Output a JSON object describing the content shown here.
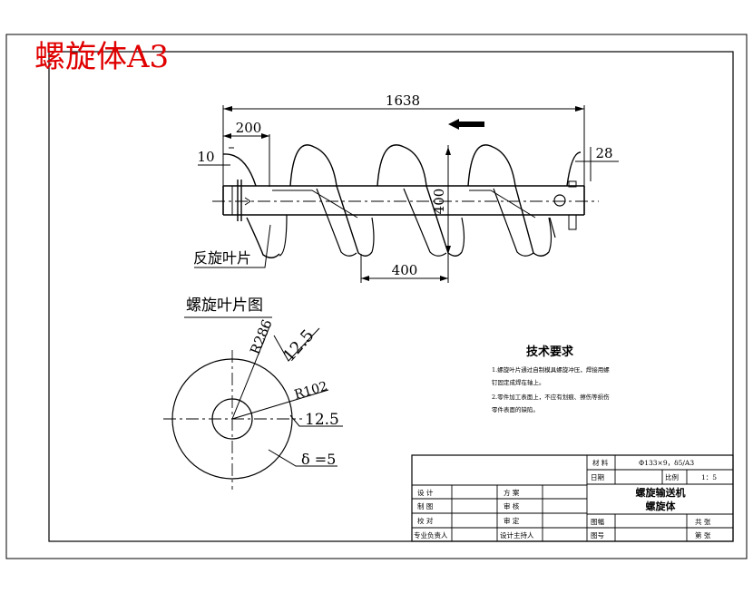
{
  "sheet_title": "螺旋体A3",
  "dimensions": {
    "overall_length": "1638",
    "end_length": "200",
    "shaft_offset": "10",
    "end_gap": "28",
    "pitch": "400",
    "blade_height": "400"
  },
  "labels": {
    "reverse_blade": "反旋叶片",
    "blade_view_title": "螺旋叶片图"
  },
  "blade_view": {
    "outer_radius": "R286",
    "outer_roughness": "12.5",
    "inner_radius": "R102",
    "inner_roughness": "12.5",
    "thickness": "δ =5"
  },
  "tech_requirements": {
    "title": "技术要求",
    "item1_line1": "1.螺旋叶片通过自制模具螺旋冲压，焊接用螺",
    "item1_line2": "钉固定成焊在轴上。",
    "item2_line1": "2.零件加工表面上，不应有划痕、擦伤等损伤",
    "item2_line2": "零件表面的缺陷。"
  },
  "title_block": {
    "material_label": "材 料",
    "material_value": "Ф133×9，δ5/A3",
    "date_label": "日期",
    "scale_label": "比例",
    "scale_value": "1：5",
    "design_label": "设 计",
    "plan_label": "方 案",
    "draw_label": "制 图",
    "review_label": "审 核",
    "check_label": "校 对",
    "approve_label": "审 定",
    "responsible_label": "专业负责人",
    "chief_label": "设计主持人",
    "product_name": "螺旋输送机",
    "part_name": "螺旋体",
    "drawing_label": "图幅",
    "drawing_no_label": "图号",
    "total_sheets_label": "共 张",
    "sheet_no_label": "第 张"
  }
}
